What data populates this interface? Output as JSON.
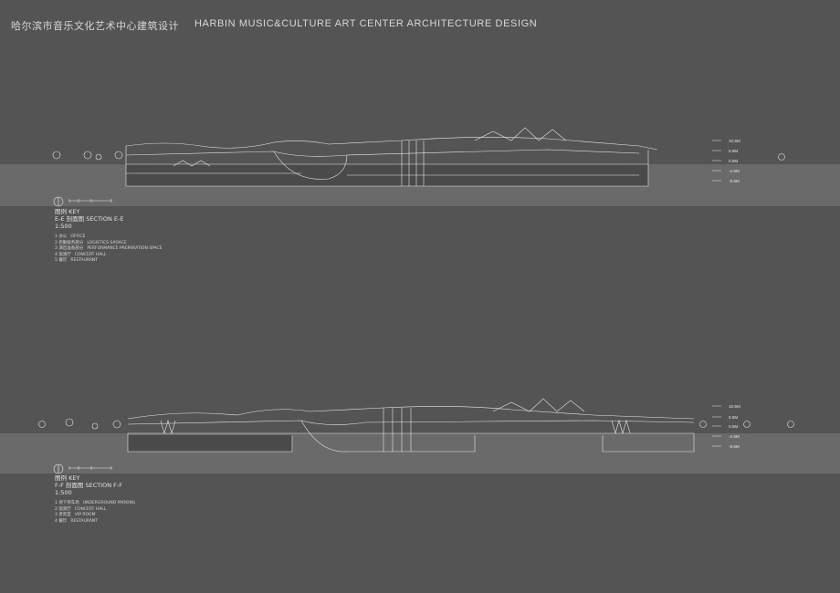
{
  "header": {
    "title_cn": "哈尔滨市音乐文化艺术中心建筑设计",
    "title_en": "HARBIN MUSIC&CULTURE ART CENTER ARCHITECTURE DESIGN"
  },
  "section_ee": {
    "key_label": "图例   KEY",
    "section_title": "E-E 剖面图  SECTION E-E",
    "scale": "1:500",
    "levels": [
      "10.5M",
      "5.5M",
      "0.5M",
      "-4.5M",
      "-9.5M"
    ],
    "legend": [
      {
        "num": "1",
        "cn": "办公",
        "en": "OFFICE"
      },
      {
        "num": "2",
        "cn": "后勤服务部分",
        "en": "LOGISTICS SAOACE"
      },
      {
        "num": "3",
        "cn": "演出准备部分",
        "en": "PERFORMANCE PREPARATION SPACE"
      },
      {
        "num": "4",
        "cn": "观演厅",
        "en": "CONCERT HALL"
      },
      {
        "num": "5",
        "cn": "餐饮",
        "en": "RESTAURANT"
      }
    ]
  },
  "section_ff": {
    "key_label": "图例   KEY",
    "section_title": "F-F 剖面图  SECTION F-F",
    "scale": "1:500",
    "levels": [
      "10.5M",
      "5.5M",
      "0.5M",
      "-4.5M",
      "-9.5M"
    ],
    "legend": [
      {
        "num": "1",
        "cn": "地下停车场",
        "en": "UNDERGROUND PARKING"
      },
      {
        "num": "2",
        "cn": "观演厅",
        "en": "CONCERT HALL"
      },
      {
        "num": "3",
        "cn": "贵宾室",
        "en": "VIP ROOM"
      },
      {
        "num": "4",
        "cn": "餐饮",
        "en": "RESTAURANT"
      }
    ]
  },
  "colors": {
    "background": "#545454",
    "ground_band": "#6a6a6a",
    "linework": "#e8e8e8"
  }
}
